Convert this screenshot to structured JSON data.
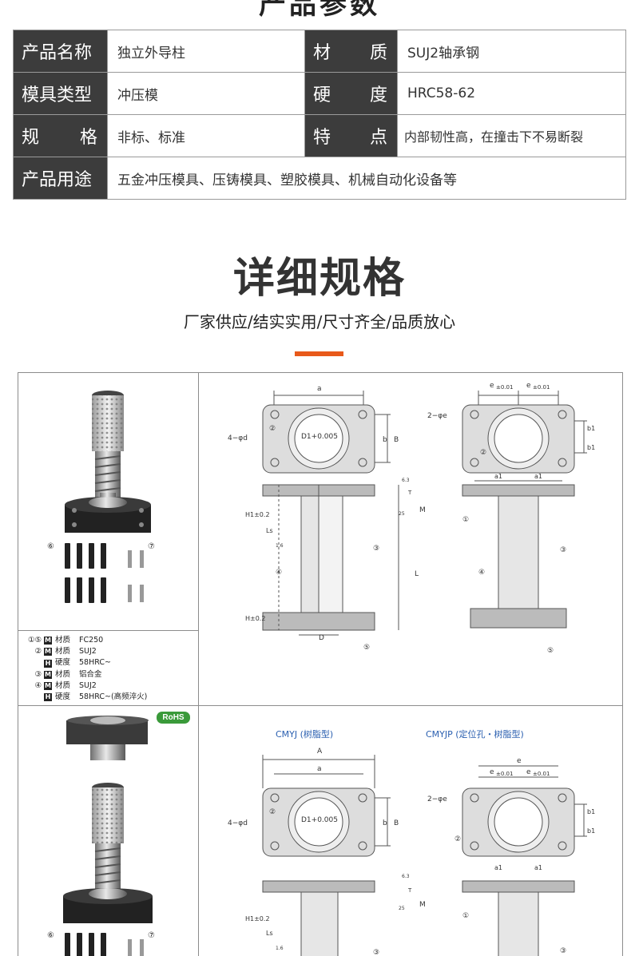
{
  "header": {
    "title": "产品参数"
  },
  "spec_table": {
    "rows": [
      {
        "label1": "产品名称",
        "value1": "独立外导柱",
        "label2_a": "材",
        "label2_b": "质",
        "value2": "SUJ2轴承钢"
      },
      {
        "label1": "模具类型",
        "value1": "冲压模",
        "label2_a": "硬",
        "label2_b": "度",
        "value2": "HRC58-62"
      },
      {
        "label1_a": "规",
        "label1_b": "格",
        "value1": "非标、标准",
        "label2_a": "特",
        "label2_b": "点",
        "value2": "内部韧性高，在撞击下不易断裂"
      },
      {
        "label1": "产品用途",
        "value1": "五金冲压模具、压铸模具、塑胶模具、机械自动化设备等"
      }
    ]
  },
  "section": {
    "title": "详细规格",
    "subtitle": "厂家供应/结实实用/尺寸齐全/品质放心"
  },
  "legend": {
    "rows": [
      {
        "num": "①⑤",
        "badge": "M",
        "key": "材质",
        "value": "FC250"
      },
      {
        "num": "②",
        "badge": "M",
        "key": "材质",
        "value": "SUJ2"
      },
      {
        "num": "",
        "badge": "H",
        "key": "硬度",
        "value": "58HRC~"
      },
      {
        "num": "③",
        "badge": "M",
        "key": "材质",
        "value": "铝合金"
      },
      {
        "num": "④",
        "badge": "M",
        "key": "材质",
        "value": "SUJ2"
      },
      {
        "num": "",
        "badge": "H",
        "key": "硬度",
        "value": "58HRC~(高频淬火)"
      }
    ]
  },
  "rohs": "RoHS",
  "captions": {
    "left": "CMYJ (树脂型)",
    "right": "CMYJP (定位孔・树脂型)"
  },
  "diagram_labels": {
    "a": "a",
    "A": "A",
    "b": "b",
    "B": "B",
    "e": "e",
    "b1": "b1",
    "a1": "a1",
    "half_e_tol": "±0.01",
    "two": "2",
    "four_phi_d": "4−φd",
    "two_phi_e": "2−φe",
    "d1": "D1+0.005",
    "D": "D",
    "L": "L",
    "M": "M",
    "T": "T",
    "Ls": "Ls",
    "h1": "H1±0.2",
    "h2": "H±0.2",
    "n63": "6.3",
    "n25": "25",
    "n16": "1.6",
    "c1": "①",
    "c2": "②",
    "c3": "③",
    "c4": "④",
    "c5": "⑤",
    "c6": "⑥",
    "c7": "⑦"
  },
  "colors": {
    "label_bg": "#3c3c3c",
    "accent": "#e8591a",
    "rohs": "#3a9a3a",
    "caption": "#2a5fb0"
  }
}
